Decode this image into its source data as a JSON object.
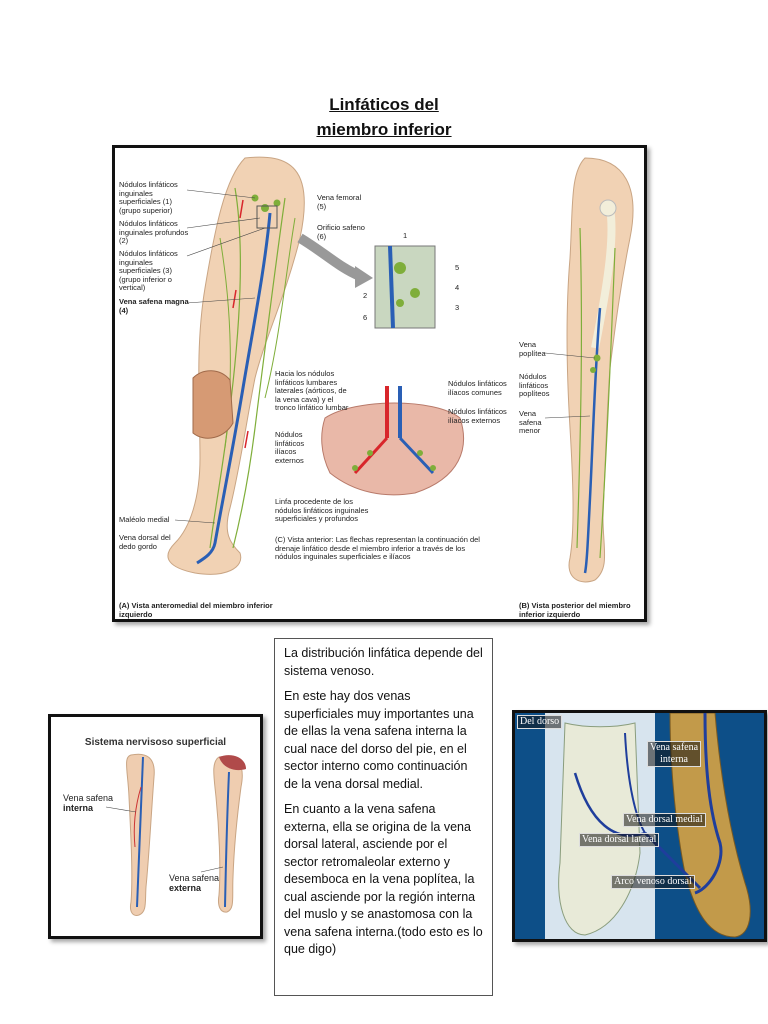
{
  "page": {
    "title_line1": "Linfáticos del",
    "title_line2": "miembro inferior"
  },
  "main_figure": {
    "labels": {
      "nodulos_sup_1": "Nódulos linfáticos inguinales superficiales (1) (grupo superior)",
      "nodulos_prof_2": "Nódulos linfáticos inguinales profundos (2)",
      "nodulos_sup_3": "Nódulos linfáticos inguinales superficiales (3) (grupo inferior o vertical)",
      "vena_safena_magna": "Vena safena magna (4)",
      "vena_femoral": "Vena femoral (5)",
      "orificio_safeno": "Orificio safeno (6)",
      "maleolo_medial": "Maléolo medial",
      "vena_dorsal_dedo": "Vena dorsal del dedo gordo",
      "hacia_nodulos": "Hacia los nódulos linfáticos lumbares laterales (aórticos, de la vena cava) y el tronco linfático lumbar",
      "nodulos_iliacos_comunes": "Nódulos linfáticos ilíacos comunes",
      "nodulos_iliacos_externos_r": "Nódulos linfáticos ilíacos externos",
      "nodulos_iliacos_externos_l": "Nódulos linfáticos ilíacos externos",
      "linfa_procedente": "Linfa procedente de los nódulos linfáticos inguinales superficiales y profundos",
      "vista_anterior": "(C) Vista anterior: Las flechas representan la continuación del drenaje linfático desde el miembro inferior a través de los nódulos inguinales superficiales e ilíacos",
      "vena_poplitea": "Vena poplítea",
      "nodulos_popliteos": "Nódulos linfáticos poplíteos",
      "vena_safena_menor": "Vena safena menor",
      "caption_a": "(A) Vista anteromedial del miembro inferior izquierdo",
      "caption_b": "(B) Vista posterior del miembro inferior izquierdo",
      "inset_numbers": [
        "1",
        "2",
        "3",
        "4",
        "5",
        "6"
      ]
    }
  },
  "text_box": {
    "p1": "La distribución linfática depende del sistema venoso.",
    "p2": "En este hay dos venas superficiales muy importantes una de ellas la vena safena interna la cual nace del dorso del pie, en el sector interno como continuación de la vena dorsal medial.",
    "p3": "En cuanto a la vena safena externa, ella se origina de la vena dorsal lateral, asciende por el sector retromaleolar externo y desemboca en la vena poplítea, la cual asciende por la región interna del muslo y se anastomosa con la vena safena interna.(todo esto es lo que digo)"
  },
  "system_figure": {
    "title": "Sistema nervisoso superficial",
    "label_interna_1": "Vena safena",
    "label_interna_2": "interna",
    "label_externa_1": "Vena safena",
    "label_externa_2": "externa"
  },
  "dorso_figure": {
    "title": "Del dorso",
    "label_safena_1": "Vena safena",
    "label_safena_2": "interna",
    "label_medial": "Vena dorsal medial",
    "label_lateral": "Vena dorsal lateral",
    "label_arco": "Arco venoso dorsal"
  },
  "colors": {
    "vein_blue": "#2a5fb5",
    "lymph_green": "#7fae3a",
    "skin": "#f1d2b4",
    "arrow_red": "#d8262b",
    "dorso_bg": "#0d4f88"
  }
}
